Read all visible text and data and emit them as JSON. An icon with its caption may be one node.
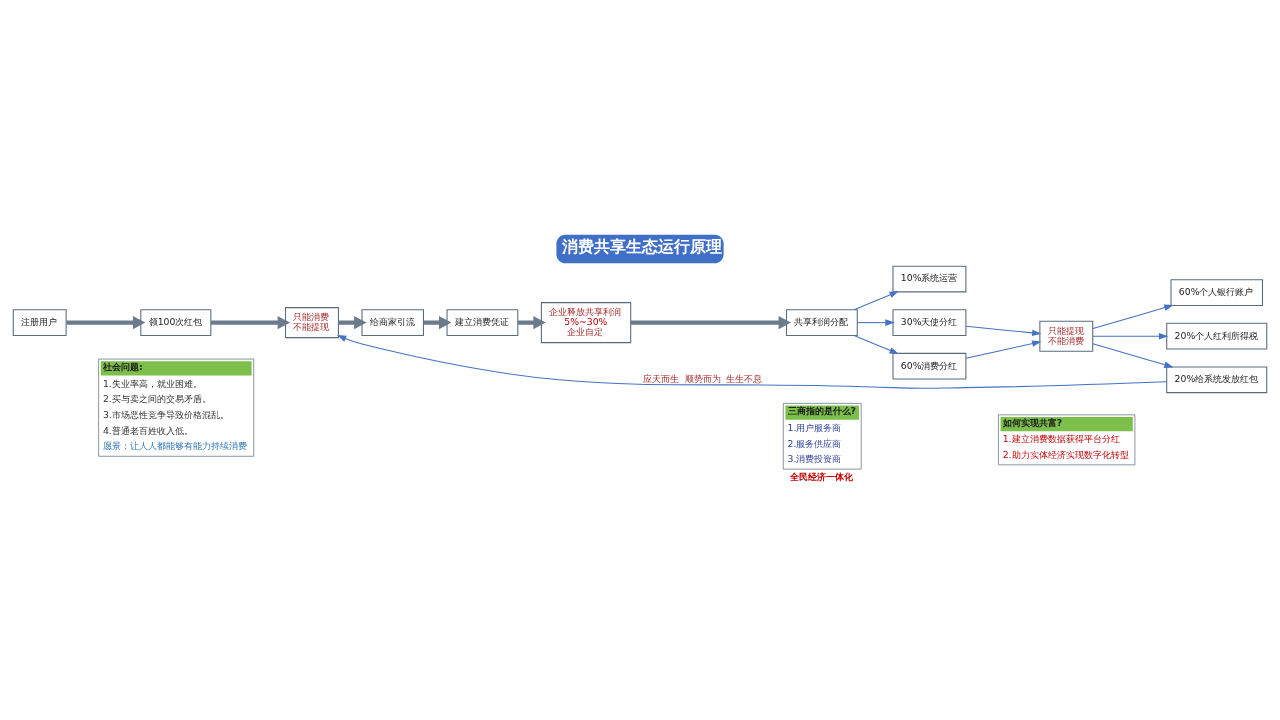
{
  "diagram": {
    "title": "消费共享生态运行原理",
    "nodes": [
      {
        "text": [
          "社会问题:",
          "1.失业率高，就业困难。",
          "2.买与卖之间的交易矛盾。",
          "3.市场恶性竞争导致价格混乱。",
          "4.普通老百姓收入低。",
          "愿景：让人人都能够有能力持续消费"
        ]
      },
      {
        "text": [
          "三商指的是什么?",
          "1.用户服务商",
          "2.服务供应商",
          "3.消费投资商"
        ],
        "beside": [
          "全民经济一体化"
        ]
      },
      {
        "text": [
          "如何实现共富?",
          "1.建立消费数据获得平台分红",
          "2.助力实体经济实现数字化转型"
        ]
      },
      {
        "text": [
          "注册用户"
        ]
      },
      {
        "text": [
          "领100次红包"
        ]
      },
      {
        "text": [
          "只能消费",
          "不能提现"
        ]
      },
      {
        "text": [
          "给商家引流"
        ]
      },
      {
        "text": [
          "建立消费凭证"
        ]
      },
      {
        "text": [
          "企业释放共享利润",
          "5%~30%",
          "企业自定"
        ]
      },
      {
        "text": [
          "共享利润分配"
        ]
      },
      {
        "text": [
          "10%系统运营"
        ]
      },
      {
        "text": [
          "30%天使分红"
        ]
      },
      {
        "text": [
          "60%消费分红"
        ]
      },
      {
        "text": [
          "只能提现",
          "不能消费"
        ]
      },
      {
        "text": [
          "60%个人银行账户"
        ]
      },
      {
        "text": [
          "20%个人红利所得税"
        ]
      },
      {
        "text": [
          "20%给系统发放红包"
        ]
      }
    ],
    "edges": [
      {
        "from": 3,
        "to": 4,
        "arrow": "to",
        "style": "thick",
        "color": "#6b7b8c"
      },
      {
        "from": 4,
        "to": 5,
        "arrow": "to",
        "style": "thick",
        "color": "#6b7b8c"
      },
      {
        "from": 5,
        "to": 6,
        "arrow": "to",
        "style": "thick",
        "color": "#6b7b8c"
      },
      {
        "from": 6,
        "to": 7,
        "arrow": "to",
        "style": "thick",
        "color": "#6b7b8c"
      },
      {
        "from": 7,
        "to": 8,
        "arrow": "to",
        "style": "thick",
        "color": "#6b7b8c"
      },
      {
        "from": 8,
        "to": 9,
        "arrow": "to",
        "style": "thick",
        "color": "#6b7b8c"
      },
      {
        "from": 9,
        "to": 10,
        "arrow": "to"
      },
      {
        "from": 9,
        "to": 11,
        "arrow": "to"
      },
      {
        "from": 9,
        "to": 12,
        "arrow": "to"
      },
      {
        "from": 11,
        "to": 13,
        "arrow": "to"
      },
      {
        "from": 12,
        "to": 13,
        "arrow": "to"
      },
      {
        "from": 13,
        "to": 14,
        "arrow": "to"
      },
      {
        "from": 13,
        "to": 15,
        "arrow": "to"
      },
      {
        "from": 13,
        "to": 16,
        "arrow": "to"
      },
      {
        "from": 16,
        "to": 5,
        "arrow": "to",
        "label": "应天而生  顺势而为  生生不息"
      }
    ]
  }
}
